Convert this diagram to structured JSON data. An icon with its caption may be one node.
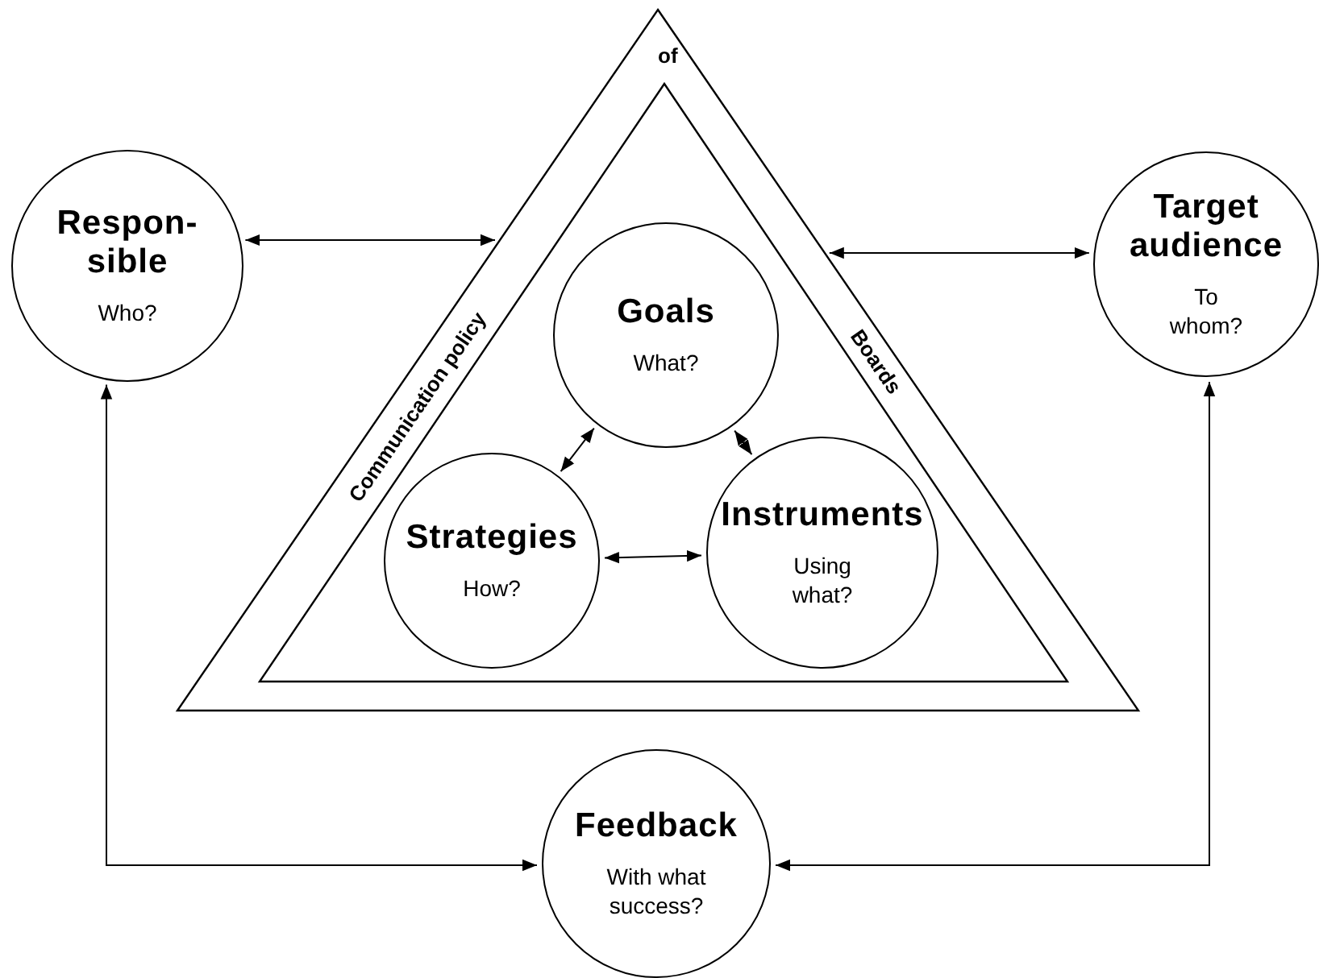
{
  "diagram": {
    "nodes": [
      {
        "text": [
          "Communication policy",
          "of",
          "Boards"
        ]
      },
      {
        "text": [],
        "shape": "triangle",
        "in": 0
      },
      {
        "text": [
          "Goals",
          "What?"
        ],
        "in": 1
      },
      {
        "text": [
          "Strategies",
          "How?"
        ],
        "in": 1
      },
      {
        "text": [
          "Instruments",
          "Using what?"
        ],
        "in": 1
      },
      {
        "text": [
          "Respon- sible",
          "Who?"
        ]
      },
      {
        "text": [
          "Target audience",
          "To whom?"
        ]
      },
      {
        "text": [
          "Feedback",
          "With what success?"
        ]
      }
    ],
    "edges": [
      {
        "from": 5,
        "to": 0,
        "arrow": "both"
      },
      {
        "from": 0,
        "to": 6,
        "arrow": "both"
      },
      {
        "from": 2,
        "to": 3,
        "arrow": "both"
      },
      {
        "from": 2,
        "to": 4,
        "arrow": "both"
      },
      {
        "from": 3,
        "to": 4,
        "arrow": "both"
      },
      {
        "from": 5,
        "to": 7,
        "arrow": "both"
      },
      {
        "from": 6,
        "to": 7,
        "arrow": "both"
      }
    ]
  }
}
